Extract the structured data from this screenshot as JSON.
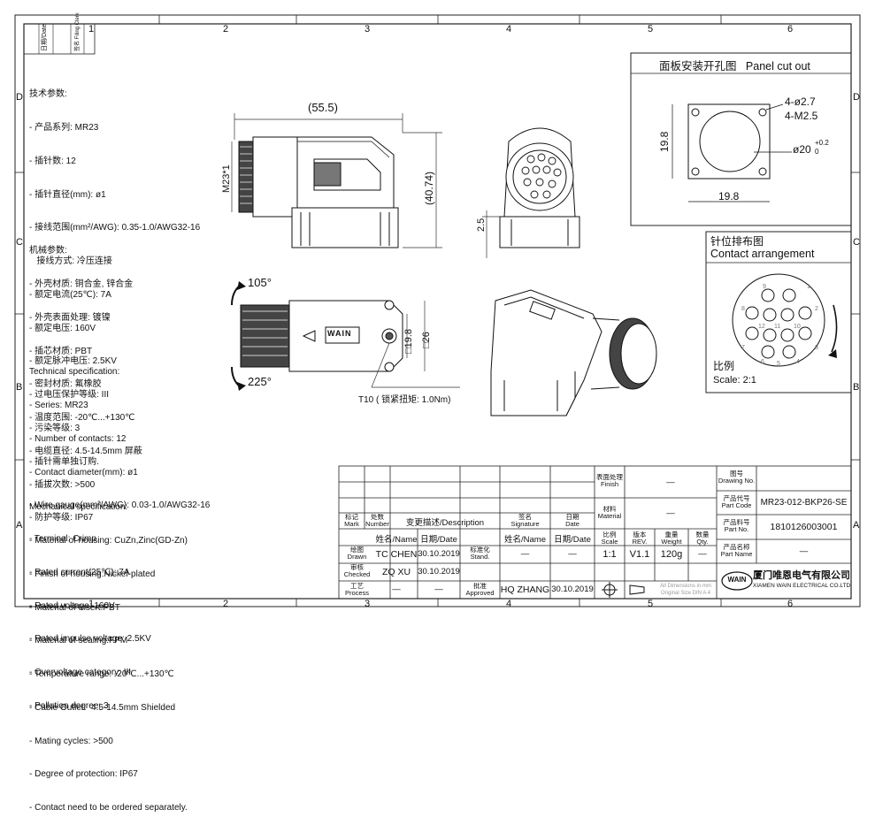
{
  "frame": {
    "top_numbers": [
      "1",
      "2",
      "3",
      "4",
      "5",
      "6"
    ],
    "bottom_numbers": [
      "1",
      "2",
      "3",
      "4",
      "5",
      "6"
    ],
    "side_letters": [
      "D",
      "C",
      "B",
      "A"
    ],
    "corner_labels": [
      "日期/Date",
      "签名 Filing Clerk"
    ]
  },
  "spec_cn_technical": {
    "title": "技术参数:",
    "lines": [
      "- 产品系列: MR23",
      "- 插针数: 12",
      "- 插针直径(mm): ø1",
      "- 接线范围(mm²/AWG): 0.35-1.0/AWG32-16",
      "   接线方式: 冷压连接",
      "- 额定电流(25℃): 7A",
      "- 额定电压: 160V",
      "- 额定脉冲电压: 2.5KV",
      "- 过电压保护等级: III",
      "- 污染等级: 3",
      "- 插针需单独订购."
    ]
  },
  "spec_cn_mechanical": {
    "title": "机械参数:",
    "lines": [
      "- 外壳材质: 铜合金, 锌合金",
      "- 外壳表面处理: 镀镍",
      "- 插芯材质: PBT",
      "- 密封材质: 氟橡胶",
      "- 温度范围: -20℃...+130℃",
      "- 电缆直径: 4.5-14.5mm 屏蔽",
      "- 插拔次数: >500",
      "- 防护等级: IP67"
    ]
  },
  "spec_en_technical": {
    "title": "Technical specification:",
    "lines": [
      "- Series: MR23",
      "- Number of contacts: 12",
      "- Contact diameter(mm): ø1",
      "- Wire gauge(mm²/AWG): 0.03-1.0/AWG32-16",
      "- Terminal: Crimp",
      "- Rated current(25℃): 7A",
      "- Rated voltage: 160V",
      "- Rated impulse voltage: 2.5KV",
      "- Overvoltage category: III",
      "- Pollution degree: 3"
    ]
  },
  "spec_en_mechanical": {
    "title": "Mechanical specification:",
    "lines": [
      "- Material of housing: CuZn,Zinc(GD-Zn)",
      "- Finish of housing:Nickel-plated",
      "- Material of Insert:PBT",
      "- Material of sealing:FPM",
      "- Temperature range: -20℃...+130℃",
      "- Cable Outlet:  4.5-14.5mm Shielded",
      "- Mating cycles: >500",
      "- Degree of protection: IP67",
      "- Contact need to be ordered separately."
    ]
  },
  "drawing": {
    "dim_length": "(55.5)",
    "dim_height": "(40.74)",
    "dim_thread": "M23*1",
    "dim_flange": "2.5",
    "angle_up": "105°",
    "angle_down": "225°",
    "dim_square_inner": "□19.8",
    "dim_square_outer": "□26",
    "screw_note": "T10 ( 锁紧扭矩: 1.0Nm)",
    "brand_mark": "WAIN"
  },
  "panel_cutout": {
    "title": "面板安装开孔图   Panel cut out",
    "holes": "4-ø2.7",
    "thread": "4-M2.5",
    "diameter": "ø20",
    "tol_upper": "+0.2",
    "tol_lower": "0",
    "dim_v": "19.8",
    "dim_h": "19.8"
  },
  "contact_arrangement": {
    "title_cn": "针位排布图",
    "title_en": "Contact arrangement",
    "scale_cn": "比例",
    "scale_en": "Scale: 2:1",
    "pin_numbers": [
      "1",
      "2",
      "3",
      "4",
      "5",
      "6",
      "7",
      "8",
      "9",
      "10",
      "11",
      "12"
    ]
  },
  "revision_table": {
    "mark": "标记\nMark",
    "number": "处数\nNumber",
    "description": "变更描述/Description",
    "signature": "签名\nSignature",
    "date": "日期\nDate",
    "name_hdr": "姓名/Name",
    "date_hdr": "日期/Date",
    "name_hdr2": "姓名/Name",
    "date_hdr2": "日期/Date",
    "drawn": "绘图\nDrawn",
    "drawn_name": "TC CHEN",
    "drawn_date": "30.10.2019",
    "stand": "标准化\nStand.",
    "stand_name": "—",
    "stand_date": "—",
    "checked": "审核\nChecked",
    "checked_name": "ZQ XU",
    "checked_date": "30.10.2019",
    "process": "工艺\nProcess",
    "process_name": "—",
    "process_date": "—",
    "approved": "批准\nApproved",
    "approved_name": "HQ ZHANG",
    "approved_date": "30.10.2019"
  },
  "title_block": {
    "finish_label": "表面处理\nFinish",
    "finish_value": "—",
    "material_label": "材料\nMaterial",
    "material_value": "—",
    "scale_label": "比例\nScale",
    "scale_value": "1:1",
    "rev_label": "版本\nREV.",
    "rev_value": "V1.1",
    "weight_label": "重量\nWeight",
    "weight_value": "120g",
    "qty_label": "数量\nQty.",
    "qty_value": "—",
    "drawing_no_label": "图号\nDrawing No.",
    "drawing_no_value": "",
    "part_code_label": "产品代号\nPart Code",
    "part_code_value": "MR23-012-BKP26-SE",
    "part_no_label": "产品料号\nPart No.",
    "part_no_value": "1810126003001",
    "part_name_label": "产品名称\nPart Name",
    "part_name_value": "—",
    "dims_note": "All Dimensions in mm\nOriginal Size DIN A 4",
    "company_logo": "WAIN",
    "company_cn": "厦门唯恩电气有限公司",
    "company_en": "XIAMEN WAIN ELECTRICAL CO.LTD"
  }
}
